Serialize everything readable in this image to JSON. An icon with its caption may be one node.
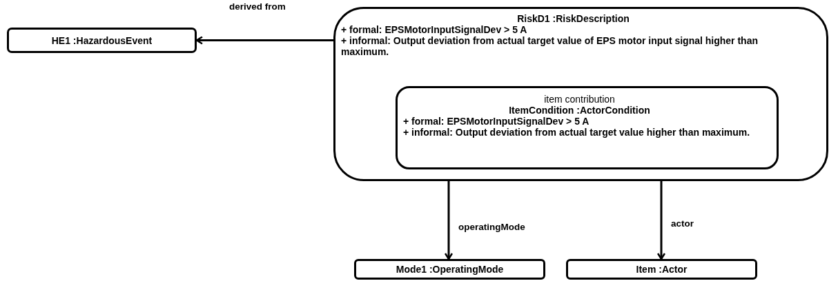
{
  "diagram": {
    "nodes": [
      {
        "text": [
          "HE1 :HazardousEvent"
        ]
      },
      {
        "text": [
          "RiskD1 :RiskDescription",
          "+ formal: EPSMotorInputSignalDev > 5 A",
          "+ informal: Output deviation from actual target value of EPS motor input signal higher than maximum."
        ]
      },
      {
        "text": [
          "item contribution",
          "ItemCondition :ActorCondition",
          "+ formal: EPSMotorInputSignalDev > 5 A",
          "+ informal: Output deviation from actual target value higher than maximum."
        ],
        "in": 1
      },
      {
        "text": [
          "Mode1 :OperatingMode"
        ]
      },
      {
        "text": [
          "Item :Actor"
        ]
      }
    ],
    "edges": [
      {
        "from": 1,
        "to": 0,
        "arrow": "to",
        "label": "derived from"
      },
      {
        "from": 1,
        "to": 3,
        "arrow": "to",
        "label": "operatingMode"
      },
      {
        "from": 2,
        "to": 4,
        "arrow": "to",
        "label": "actor"
      }
    ]
  }
}
